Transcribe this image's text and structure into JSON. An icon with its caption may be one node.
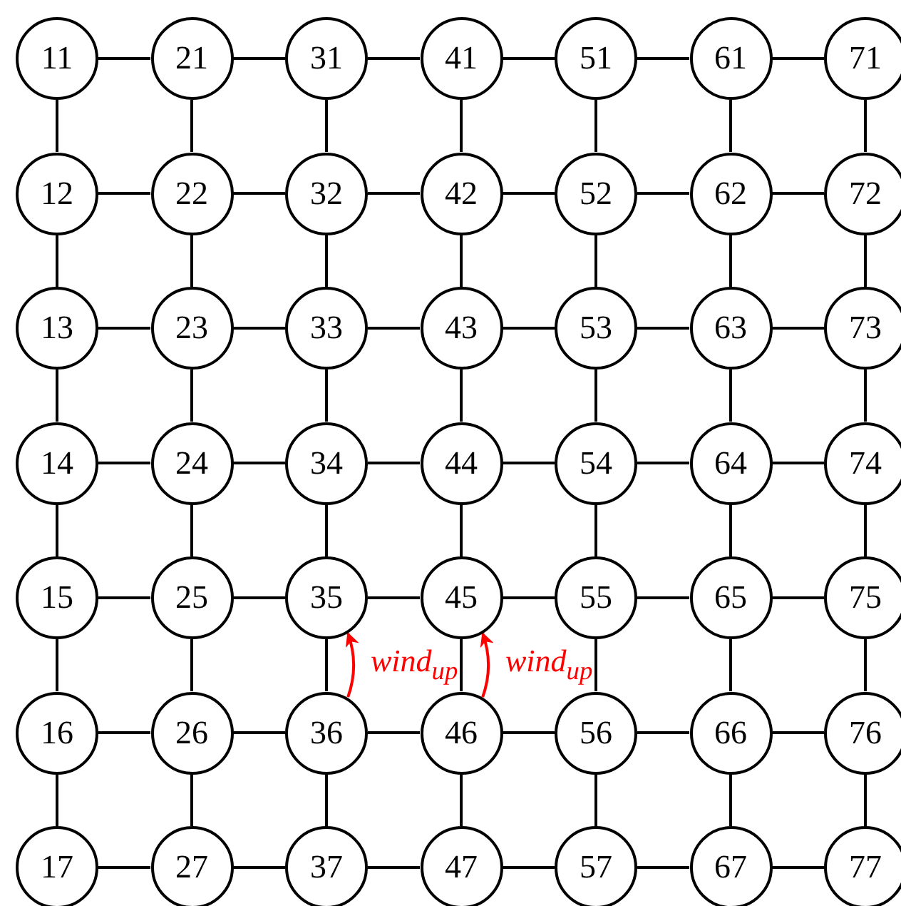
{
  "diagram": {
    "nodes": [
      {
        "text": [
          "11"
        ]
      },
      {
        "text": [
          "21"
        ]
      },
      {
        "text": [
          "31"
        ]
      },
      {
        "text": [
          "41"
        ]
      },
      {
        "text": [
          "51"
        ]
      },
      {
        "text": [
          "61"
        ]
      },
      {
        "text": [
          "71"
        ]
      },
      {
        "text": [
          "12"
        ]
      },
      {
        "text": [
          "22"
        ]
      },
      {
        "text": [
          "32"
        ]
      },
      {
        "text": [
          "42"
        ]
      },
      {
        "text": [
          "52"
        ]
      },
      {
        "text": [
          "62"
        ]
      },
      {
        "text": [
          "72"
        ]
      },
      {
        "text": [
          "13"
        ]
      },
      {
        "text": [
          "23"
        ]
      },
      {
        "text": [
          "33"
        ]
      },
      {
        "text": [
          "43"
        ]
      },
      {
        "text": [
          "53"
        ]
      },
      {
        "text": [
          "63"
        ]
      },
      {
        "text": [
          "73"
        ]
      },
      {
        "text": [
          "14"
        ]
      },
      {
        "text": [
          "24"
        ]
      },
      {
        "text": [
          "34"
        ]
      },
      {
        "text": [
          "44"
        ]
      },
      {
        "text": [
          "54"
        ]
      },
      {
        "text": [
          "64"
        ]
      },
      {
        "text": [
          "74"
        ]
      },
      {
        "text": [
          "15"
        ]
      },
      {
        "text": [
          "25"
        ]
      },
      {
        "text": [
          "35"
        ]
      },
      {
        "text": [
          "45"
        ]
      },
      {
        "text": [
          "55"
        ]
      },
      {
        "text": [
          "65"
        ]
      },
      {
        "text": [
          "75"
        ]
      },
      {
        "text": [
          "16"
        ]
      },
      {
        "text": [
          "26"
        ]
      },
      {
        "text": [
          "36"
        ]
      },
      {
        "text": [
          "46"
        ]
      },
      {
        "text": [
          "56"
        ]
      },
      {
        "text": [
          "66"
        ]
      },
      {
        "text": [
          "76"
        ]
      },
      {
        "text": [
          "17"
        ]
      },
      {
        "text": [
          "27"
        ]
      },
      {
        "text": [
          "37"
        ]
      },
      {
        "text": [
          "47"
        ]
      },
      {
        "text": [
          "57"
        ]
      },
      {
        "text": [
          "67"
        ]
      },
      {
        "text": [
          "77"
        ]
      }
    ],
    "edges": [
      {
        "from": 0,
        "to": 1,
        "arrow": "none"
      },
      {
        "from": 1,
        "to": 2,
        "arrow": "none"
      },
      {
        "from": 2,
        "to": 3,
        "arrow": "none"
      },
      {
        "from": 3,
        "to": 4,
        "arrow": "none"
      },
      {
        "from": 4,
        "to": 5,
        "arrow": "none"
      },
      {
        "from": 5,
        "to": 6,
        "arrow": "none"
      },
      {
        "from": 0,
        "to": 7,
        "arrow": "none"
      },
      {
        "from": 1,
        "to": 8,
        "arrow": "none"
      },
      {
        "from": 2,
        "to": 9,
        "arrow": "none"
      },
      {
        "from": 3,
        "to": 10,
        "arrow": "none"
      },
      {
        "from": 4,
        "to": 11,
        "arrow": "none"
      },
      {
        "from": 5,
        "to": 12,
        "arrow": "none"
      },
      {
        "from": 6,
        "to": 13,
        "arrow": "none"
      },
      {
        "from": 7,
        "to": 8,
        "arrow": "none"
      },
      {
        "from": 8,
        "to": 9,
        "arrow": "none"
      },
      {
        "from": 9,
        "to": 10,
        "arrow": "none"
      },
      {
        "from": 10,
        "to": 11,
        "arrow": "none"
      },
      {
        "from": 11,
        "to": 12,
        "arrow": "none"
      },
      {
        "from": 12,
        "to": 13,
        "arrow": "none"
      },
      {
        "from": 7,
        "to": 14,
        "arrow": "none"
      },
      {
        "from": 8,
        "to": 15,
        "arrow": "none"
      },
      {
        "from": 9,
        "to": 16,
        "arrow": "none"
      },
      {
        "from": 10,
        "to": 17,
        "arrow": "none"
      },
      {
        "from": 11,
        "to": 18,
        "arrow": "none"
      },
      {
        "from": 12,
        "to": 19,
        "arrow": "none"
      },
      {
        "from": 13,
        "to": 20,
        "arrow": "none"
      },
      {
        "from": 14,
        "to": 15,
        "arrow": "none"
      },
      {
        "from": 15,
        "to": 16,
        "arrow": "none"
      },
      {
        "from": 16,
        "to": 17,
        "arrow": "none"
      },
      {
        "from": 17,
        "to": 18,
        "arrow": "none"
      },
      {
        "from": 18,
        "to": 19,
        "arrow": "none"
      },
      {
        "from": 19,
        "to": 20,
        "arrow": "none"
      },
      {
        "from": 14,
        "to": 21,
        "arrow": "none"
      },
      {
        "from": 15,
        "to": 22,
        "arrow": "none"
      },
      {
        "from": 16,
        "to": 23,
        "arrow": "none"
      },
      {
        "from": 17,
        "to": 24,
        "arrow": "none"
      },
      {
        "from": 18,
        "to": 25,
        "arrow": "none"
      },
      {
        "from": 19,
        "to": 26,
        "arrow": "none"
      },
      {
        "from": 20,
        "to": 27,
        "arrow": "none"
      },
      {
        "from": 21,
        "to": 22,
        "arrow": "none"
      },
      {
        "from": 22,
        "to": 23,
        "arrow": "none"
      },
      {
        "from": 23,
        "to": 24,
        "arrow": "none"
      },
      {
        "from": 24,
        "to": 25,
        "arrow": "none"
      },
      {
        "from": 25,
        "to": 26,
        "arrow": "none"
      },
      {
        "from": 26,
        "to": 27,
        "arrow": "none"
      },
      {
        "from": 21,
        "to": 28,
        "arrow": "none"
      },
      {
        "from": 22,
        "to": 29,
        "arrow": "none"
      },
      {
        "from": 23,
        "to": 30,
        "arrow": "none"
      },
      {
        "from": 24,
        "to": 31,
        "arrow": "none"
      },
      {
        "from": 25,
        "to": 32,
        "arrow": "none"
      },
      {
        "from": 26,
        "to": 33,
        "arrow": "none"
      },
      {
        "from": 27,
        "to": 34,
        "arrow": "none"
      },
      {
        "from": 28,
        "to": 29,
        "arrow": "none"
      },
      {
        "from": 29,
        "to": 30,
        "arrow": "none"
      },
      {
        "from": 30,
        "to": 31,
        "arrow": "none"
      },
      {
        "from": 31,
        "to": 32,
        "arrow": "none"
      },
      {
        "from": 32,
        "to": 33,
        "arrow": "none"
      },
      {
        "from": 33,
        "to": 34,
        "arrow": "none"
      },
      {
        "from": 28,
        "to": 35,
        "arrow": "none"
      },
      {
        "from": 29,
        "to": 36,
        "arrow": "none"
      },
      {
        "from": 30,
        "to": 37,
        "arrow": "none"
      },
      {
        "from": 31,
        "to": 38,
        "arrow": "none"
      },
      {
        "from": 32,
        "to": 39,
        "arrow": "none"
      },
      {
        "from": 33,
        "to": 40,
        "arrow": "none"
      },
      {
        "from": 34,
        "to": 41,
        "arrow": "none"
      },
      {
        "from": 35,
        "to": 36,
        "arrow": "none"
      },
      {
        "from": 36,
        "to": 37,
        "arrow": "none"
      },
      {
        "from": 37,
        "to": 38,
        "arrow": "none"
      },
      {
        "from": 38,
        "to": 39,
        "arrow": "none"
      },
      {
        "from": 39,
        "to": 40,
        "arrow": "none"
      },
      {
        "from": 40,
        "to": 41,
        "arrow": "none"
      },
      {
        "from": 35,
        "to": 42,
        "arrow": "none"
      },
      {
        "from": 36,
        "to": 43,
        "arrow": "none"
      },
      {
        "from": 37,
        "to": 44,
        "arrow": "none"
      },
      {
        "from": 38,
        "to": 45,
        "arrow": "none"
      },
      {
        "from": 39,
        "to": 46,
        "arrow": "none"
      },
      {
        "from": 40,
        "to": 47,
        "arrow": "none"
      },
      {
        "from": 41,
        "to": 48,
        "arrow": "none"
      },
      {
        "from": 42,
        "to": 43,
        "arrow": "none"
      },
      {
        "from": 43,
        "to": 44,
        "arrow": "none"
      },
      {
        "from": 44,
        "to": 45,
        "arrow": "none"
      },
      {
        "from": 45,
        "to": 46,
        "arrow": "none"
      },
      {
        "from": 46,
        "to": 47,
        "arrow": "none"
      },
      {
        "from": 47,
        "to": 48,
        "arrow": "none"
      },
      {
        "from": 37,
        "to": 30,
        "arrow": "to",
        "label": "wind$_{up}$",
        "color": "#ff0000"
      },
      {
        "from": 38,
        "to": 31,
        "arrow": "to",
        "label": "wind$_{up}$",
        "color": "#ff0000"
      }
    ]
  }
}
